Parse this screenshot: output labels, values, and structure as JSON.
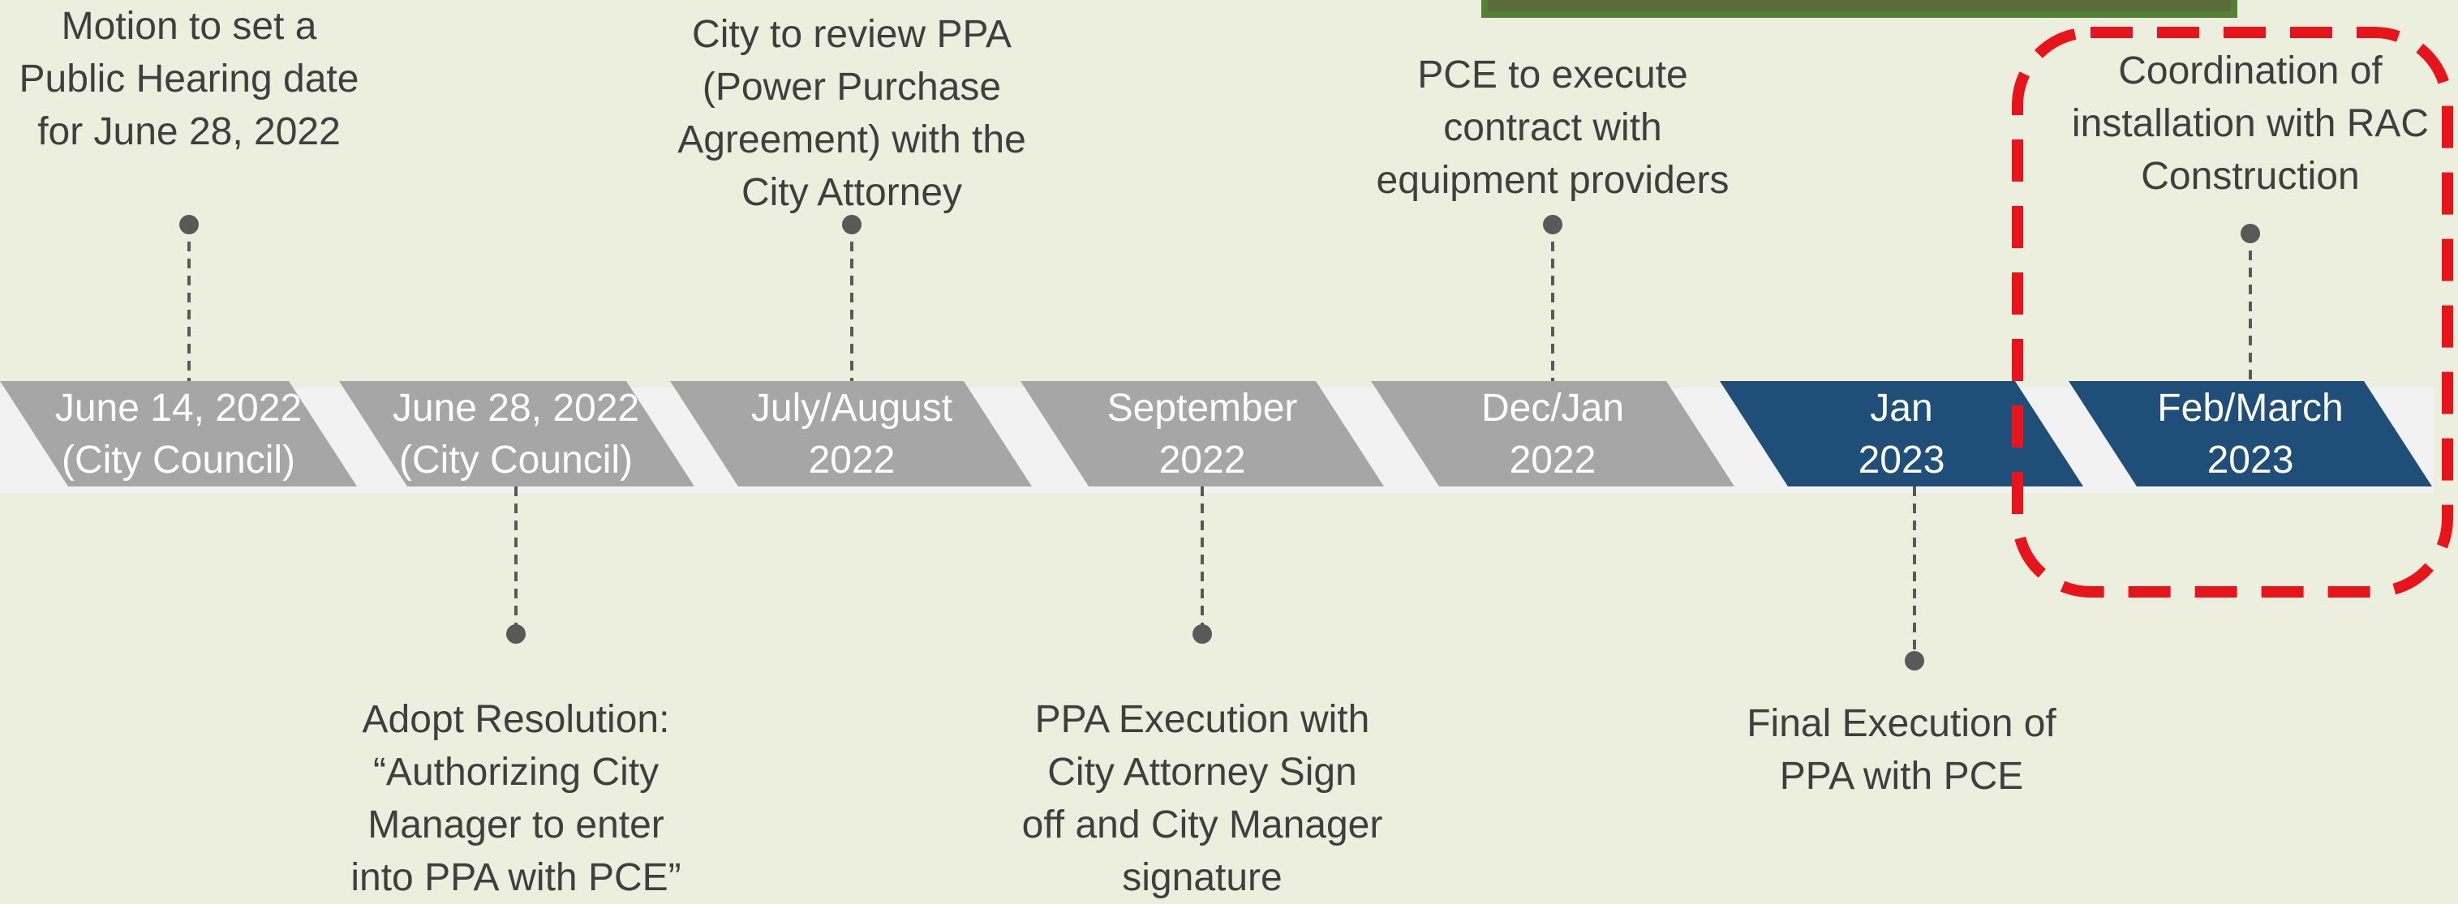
{
  "colors": {
    "background": "#ECEFDE",
    "band": "#F2F2F2",
    "tile_past": "#A6A6A6",
    "tile_future": "#1F4E79",
    "connector": "#595959",
    "highlight": "#E8141C",
    "photo_border": "#548235"
  },
  "milestones": [
    {
      "date": "June 14, 2022\n(City Council)",
      "note": "Motion to set a\nPublic Hearing date\nfor June 28, 2022",
      "side": "above",
      "status": "past"
    },
    {
      "date": "June 28, 2022\n(City Council)",
      "note": "Adopt Resolution:\n“Authorizing City\nManager to enter\ninto PPA with PCE”",
      "side": "below",
      "status": "past"
    },
    {
      "date": "July/August\n2022",
      "note": "City to review PPA\n(Power Purchase\nAgreement) with the\nCity Attorney",
      "side": "above",
      "status": "past"
    },
    {
      "date": "September\n2022",
      "note": "PPA Execution with\nCity Attorney Sign\noff and City Manager\nsignature",
      "side": "below",
      "status": "past"
    },
    {
      "date": "Dec/Jan\n2022",
      "note": "PCE to execute\ncontract with\nequipment providers",
      "side": "above",
      "status": "past"
    },
    {
      "date": "Jan\n2023",
      "note": "Final Execution of\nPPA with PCE",
      "side": "below",
      "status": "future"
    },
    {
      "date": "Feb/March\n2023",
      "note": "Coordination of\ninstallation with RAC\nConstruction",
      "side": "above",
      "status": "future",
      "highlighted": true
    }
  ]
}
